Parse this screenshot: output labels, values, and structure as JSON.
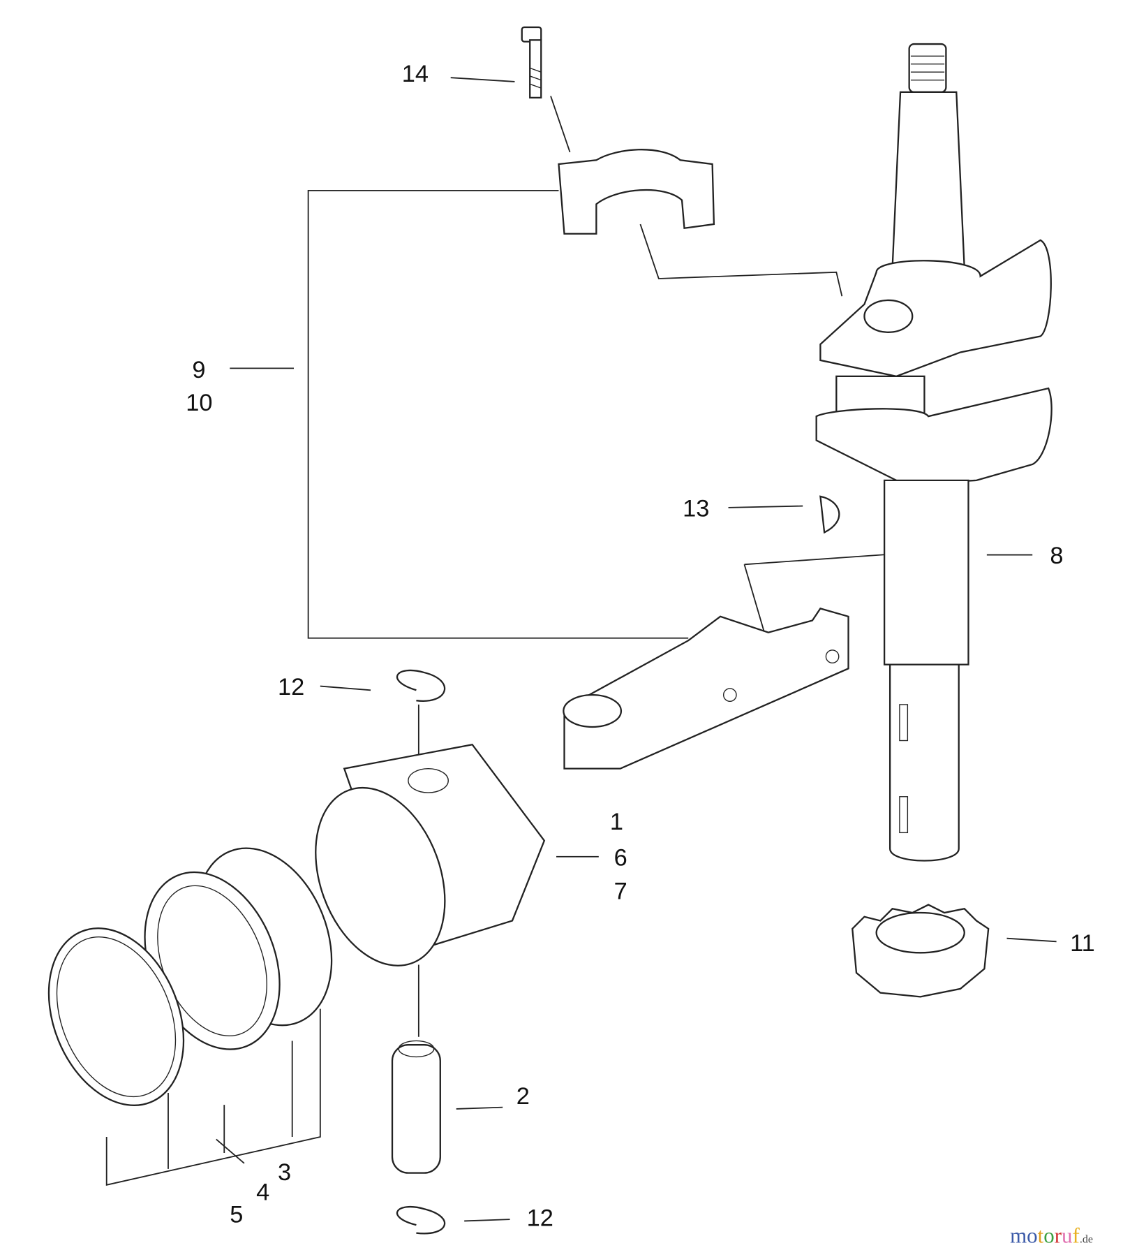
{
  "labels": {
    "l14": "14",
    "l9": "9",
    "l10": "10",
    "l13": "13",
    "l8": "8",
    "l12a": "12",
    "l1": "1",
    "l6": "6",
    "l7": "7",
    "l11": "11",
    "l2": "2",
    "l3": "3",
    "l4": "4",
    "l5": "5",
    "l12b": "12"
  },
  "watermark": {
    "name": "motoruf",
    "tld": ".de",
    "letter_colors": [
      "#3b5aa8",
      "#3b5aa8",
      "#e0a020",
      "#3aa040",
      "#d03030",
      "#e070b0",
      "#e8b020"
    ]
  }
}
